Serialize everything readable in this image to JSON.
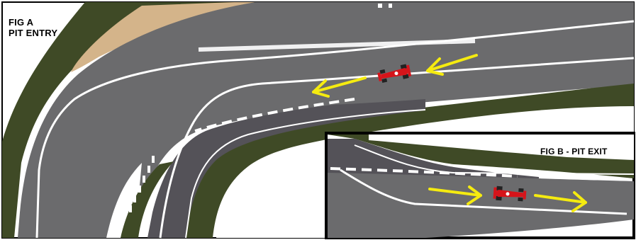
{
  "figure_a": {
    "label_line1": "FIG A",
    "label_line2": "PIT ENTRY"
  },
  "figure_b": {
    "label": "FIG B - PIT EXIT"
  },
  "colors": {
    "track": "#6b6b6d",
    "pit_lane": "#545258",
    "grass": "#3f4a26",
    "gravel": "#d4b48a",
    "lines": "#ffffff",
    "arrow": "#f5eb10",
    "car_body": "#d6141a",
    "frame": "#000000"
  },
  "icons": {
    "direction_arrow": "arrow-icon",
    "car": "f1-car-icon"
  }
}
